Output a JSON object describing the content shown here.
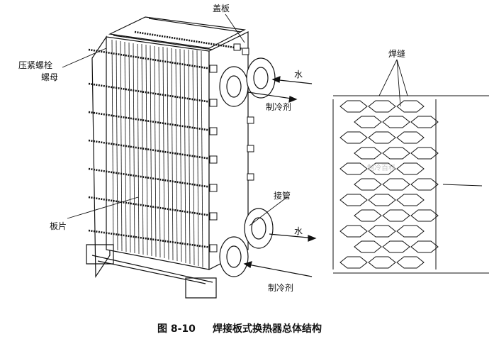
{
  "labels": {
    "cover_plate": "盖板",
    "bolt_nut": "压紧螺栓",
    "nut": "螺母",
    "plate": "板片",
    "water_top": "水",
    "refrigerant_top": "制冷剂",
    "nozzle": "接管",
    "water_bottom": "水",
    "refrigerant_bottom": "制冷剂",
    "weld_seam": "焊缝"
  },
  "caption": {
    "number": "图 8-10",
    "title": "焊接板式换热器总体结构"
  },
  "watermark": "制冷百科",
  "colors": {
    "line": "#111111",
    "bg": "#ffffff"
  }
}
